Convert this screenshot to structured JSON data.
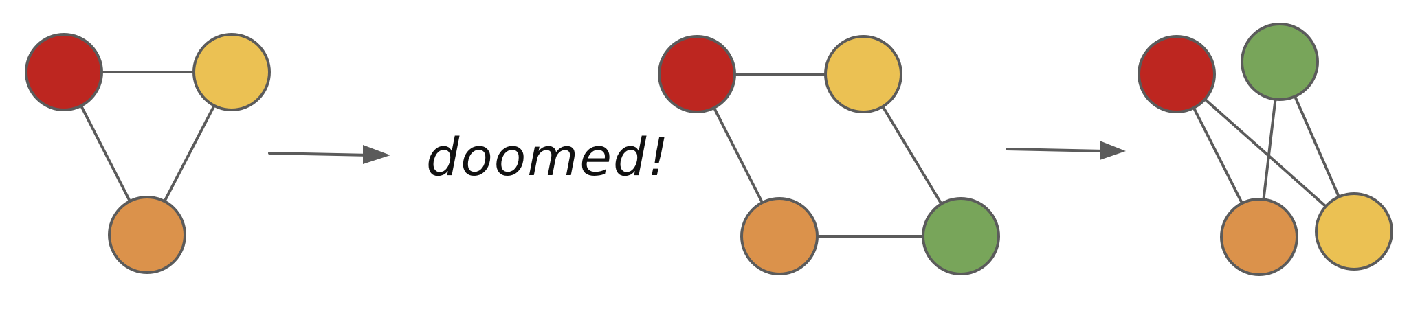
{
  "colors": {
    "stroke": "#5b5b5b",
    "red": "#bd2620",
    "yellow": "#ebc153",
    "orange": "#db924b",
    "green": "#78a55a",
    "text": "#111111"
  },
  "annotation": {
    "text": "doomed!"
  },
  "diagrams": [
    {
      "name": "triangle-graph",
      "node_colors": [
        "red",
        "yellow",
        "orange"
      ],
      "edge_count": 3
    },
    {
      "name": "square-graph",
      "node_colors": [
        "red",
        "yellow",
        "orange",
        "green"
      ],
      "edge_count": 4
    },
    {
      "name": "bipartite-graph",
      "node_colors": [
        "red",
        "green",
        "orange",
        "yellow"
      ],
      "edge_count": 4
    }
  ]
}
